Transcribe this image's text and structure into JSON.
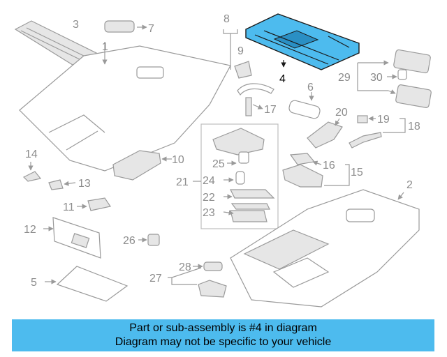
{
  "diagram": {
    "highlighted_part": "4",
    "highlight_color": "#4dbbee",
    "callouts": [
      "1",
      "2",
      "3",
      "4",
      "5",
      "6",
      "7",
      "8",
      "9",
      "10",
      "11",
      "12",
      "13",
      "14",
      "15",
      "16",
      "17",
      "18",
      "19",
      "20",
      "21",
      "22",
      "23",
      "24",
      "25",
      "26",
      "27",
      "28",
      "29",
      "30"
    ]
  },
  "footer": {
    "line1": "Part or sub-assembly is #4 in diagram",
    "line2": "Diagram may not be specific to your vehicle",
    "background": "#4dbbee"
  }
}
